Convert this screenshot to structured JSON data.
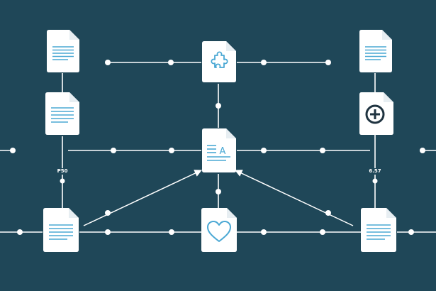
{
  "colors": {
    "background": "#1f4758",
    "line": "#ffffff",
    "paper": "#ffffff",
    "fold": "#e7eef2",
    "accent": "#4aa8d4"
  },
  "nodes": [
    {
      "id": "doc-top-left",
      "icon": "text-lines-icon"
    },
    {
      "id": "doc-top-center",
      "icon": "puzzle-piece-icon"
    },
    {
      "id": "doc-top-right",
      "icon": "text-lines-icon"
    },
    {
      "id": "doc-mid-left",
      "icon": "text-lines-icon"
    },
    {
      "id": "doc-center",
      "icon": "text-a-icon"
    },
    {
      "id": "doc-mid-right",
      "icon": "plus-circle-icon"
    },
    {
      "id": "doc-bottom-left",
      "icon": "text-lines-icon"
    },
    {
      "id": "doc-bottom-center",
      "icon": "heart-icon"
    },
    {
      "id": "doc-bottom-right",
      "icon": "text-lines-icon"
    }
  ],
  "labels": {
    "left_edge": "P50",
    "right_edge": "6.57",
    "center_glyph": "A"
  }
}
